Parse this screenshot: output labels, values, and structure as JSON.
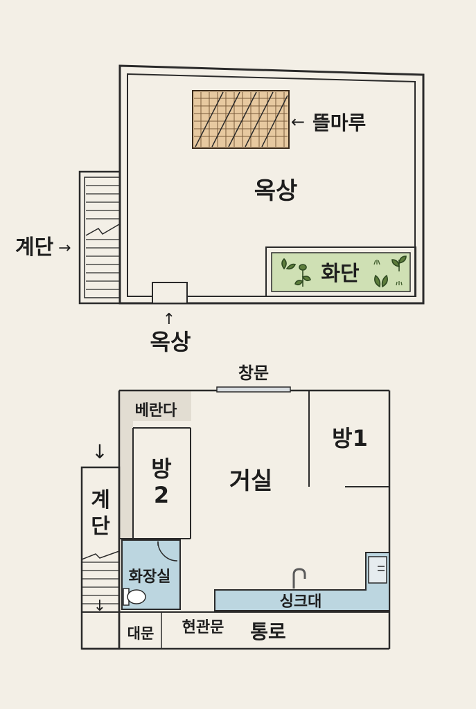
{
  "roof": {
    "rooftop_label": "옥상",
    "deck_label": "뜰마루",
    "deck_arrow": "←",
    "flowerbed_label": "화단",
    "stairs_label": "계단",
    "stairs_arrow": "→",
    "access_label": "옥상",
    "access_arrow": "↑"
  },
  "floor": {
    "window_label": "창문",
    "veranda_label": "베란다",
    "room1_label": "방1",
    "room2_line1": "방",
    "room2_line2": "2",
    "living_label": "거실",
    "stairs_line1": "계",
    "stairs_line2": "단",
    "stairs_arrow_top": "↓",
    "stairs_arrow_bottom": "↓",
    "bathroom_label": "화장실",
    "sink_label": "싱크대",
    "gate_label": "대문",
    "entrance_label": "현관문",
    "hallway_label": "통로"
  },
  "colors": {
    "wall": "#2a2a2a",
    "paper": "#f3efe6",
    "deck_fill": "#e7c9a0",
    "flowerbed_fill": "#cfe0b4",
    "water_fill": "#bcd6e0",
    "veranda_fill": "#e2ddd2"
  }
}
